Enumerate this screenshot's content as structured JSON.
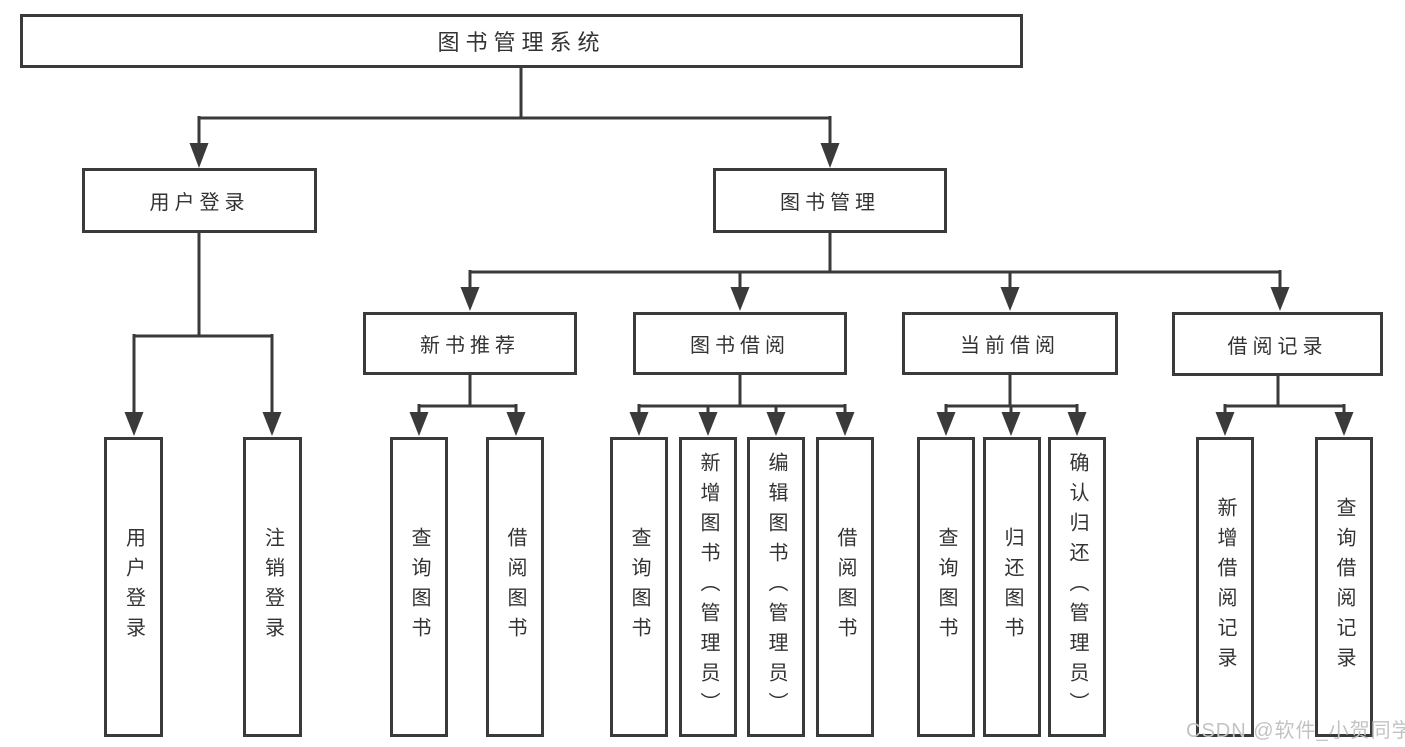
{
  "diagram": {
    "type": "hierarchy",
    "title": "图书管理系统"
  },
  "nodes": {
    "root": {
      "label": "图书管理系统"
    },
    "level2": [
      {
        "label": "用户登录",
        "parent": "图书管理系统"
      },
      {
        "label": "图书管理",
        "parent": "图书管理系统"
      }
    ],
    "level3": [
      {
        "label": "新书推荐",
        "parent": "图书管理"
      },
      {
        "label": "图书借阅",
        "parent": "图书管理"
      },
      {
        "label": "当前借阅",
        "parent": "图书管理"
      },
      {
        "label": "借阅记录",
        "parent": "图书管理"
      }
    ],
    "leaves": [
      {
        "label": "用户登录",
        "parent": "用户登录"
      },
      {
        "label": "注销登录",
        "parent": "用户登录"
      },
      {
        "label": "查询图书",
        "parent": "新书推荐"
      },
      {
        "label": "借阅图书",
        "parent": "新书推荐"
      },
      {
        "label": "查询图书",
        "parent": "图书借阅"
      },
      {
        "label": "新增图书（管理员）",
        "parent": "图书借阅"
      },
      {
        "label": "编辑图书（管理员）",
        "parent": "图书借阅"
      },
      {
        "label": "借阅图书",
        "parent": "图书借阅"
      },
      {
        "label": "查询图书",
        "parent": "当前借阅"
      },
      {
        "label": "归还图书",
        "parent": "当前借阅"
      },
      {
        "label": "确认归还（管理员）",
        "parent": "当前借阅"
      },
      {
        "label": "新增借阅记录",
        "parent": "借阅记录"
      },
      {
        "label": "查询借阅记录",
        "parent": "借阅记录"
      }
    ]
  },
  "watermark": {
    "text": "CSDN @软件_小贺同学"
  },
  "colors": {
    "line": "#3a3a3a",
    "box_border": "#3a3a3a",
    "box_fill": "#ffffff",
    "text": "#333333",
    "watermark": "#c3c3c3",
    "background": "#ffffff"
  }
}
